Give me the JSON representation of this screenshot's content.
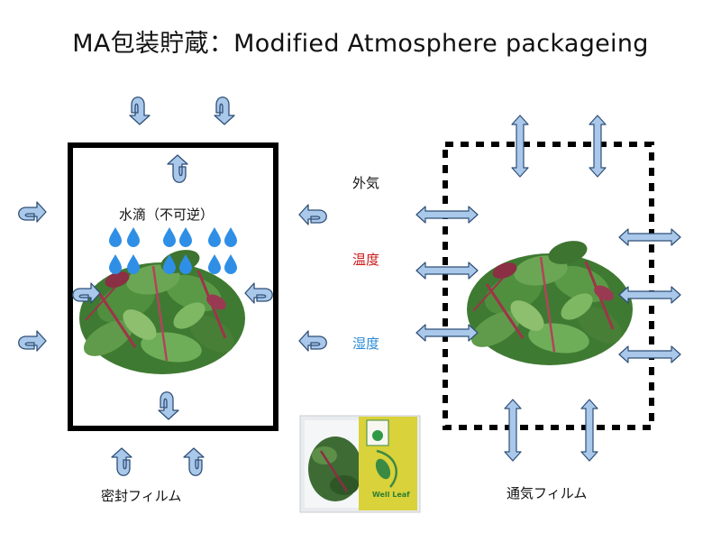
{
  "title": "MA包装貯蔵：Modified Atmosphere packageing",
  "sealed_film_label": "密封フィルム",
  "vented_film_label": "通気フィルム",
  "water_drop_label": "水滴（不可逆）",
  "conditions": {
    "outside_air": {
      "text": "外気",
      "color": "#111111"
    },
    "temperature": {
      "text": "温度",
      "color": "#cc1a1a"
    },
    "humidity": {
      "text": "湿度",
      "color": "#2a8bd8"
    }
  },
  "package_brand": "Well Leaf",
  "colors": {
    "arrow_fill": "#a9c8ea",
    "arrow_stroke": "#2f4f78",
    "drop": "#2f8fe6",
    "box": "#000000"
  }
}
